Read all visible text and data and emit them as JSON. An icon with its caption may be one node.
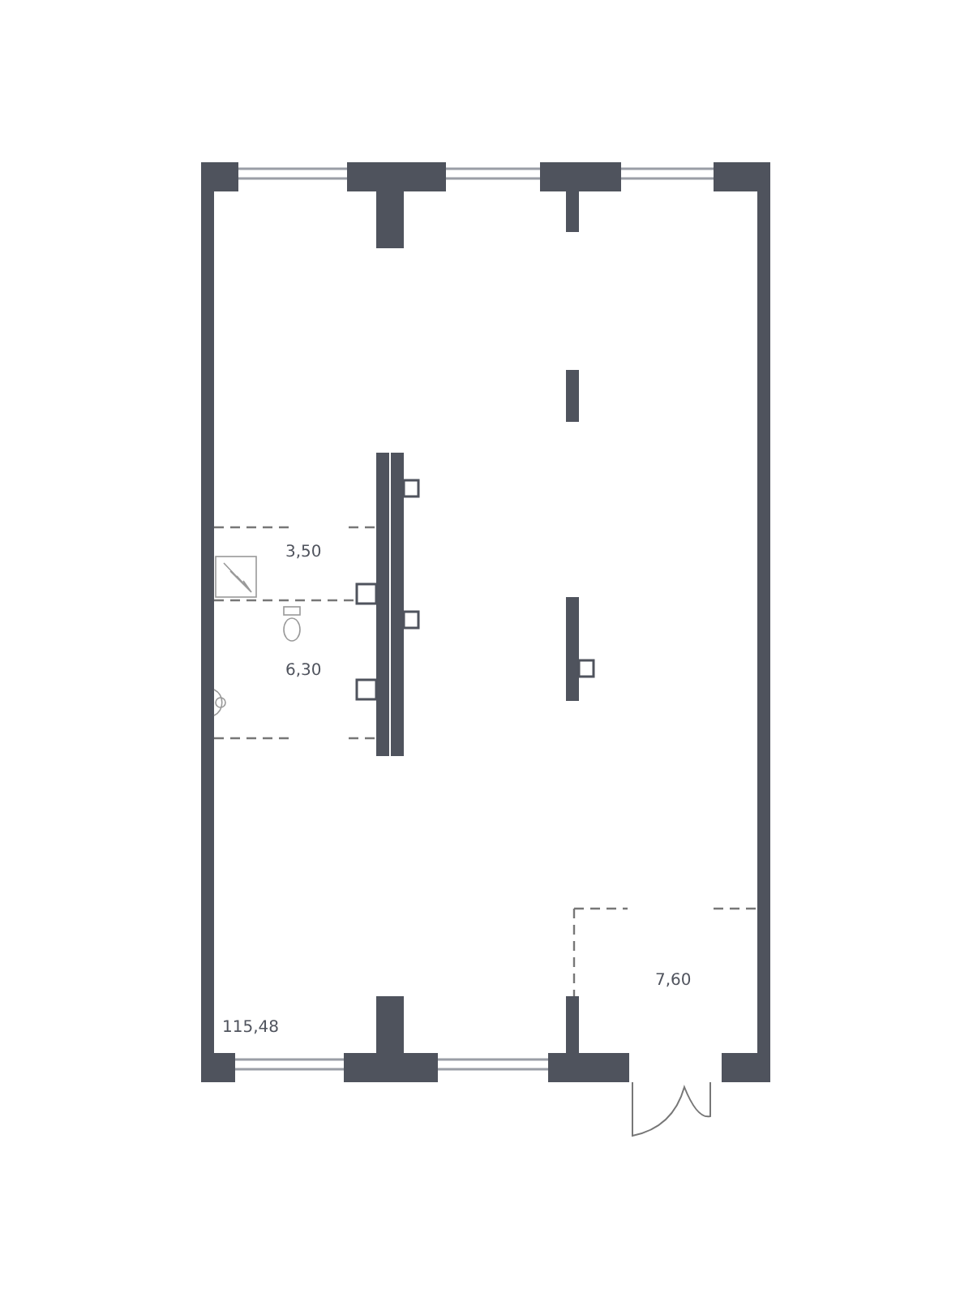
{
  "diagram": {
    "labels": [
      "3,50",
      "6,30",
      "7,60",
      "115,48"
    ]
  }
}
